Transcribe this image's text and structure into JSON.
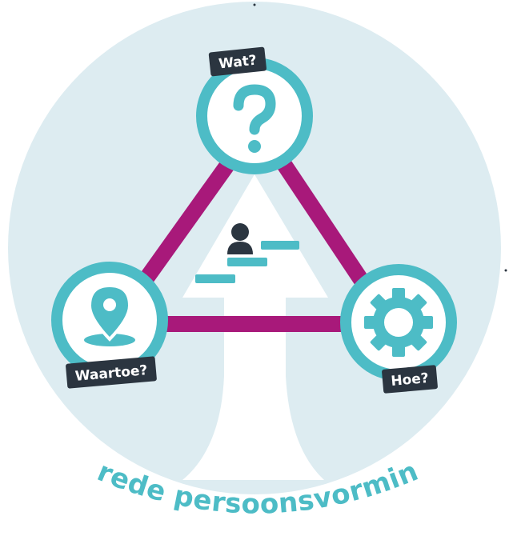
{
  "labels": {
    "top": "Wat?",
    "left": "Waartoe?",
    "right": "Hoe?",
    "arc_title": "Brede persoonsvorming"
  },
  "icons": {
    "top": "question-mark-icon",
    "left": "location-pin-icon",
    "right": "gear-icon",
    "center": "person-at-desk-icon"
  },
  "colors": {
    "background_circle": "#ddecf1",
    "teal": "#4dbcc6",
    "magenta": "#a8197a",
    "dark_label": "#2b3540",
    "arrow": "#ffffff",
    "person": "#2b3540"
  }
}
